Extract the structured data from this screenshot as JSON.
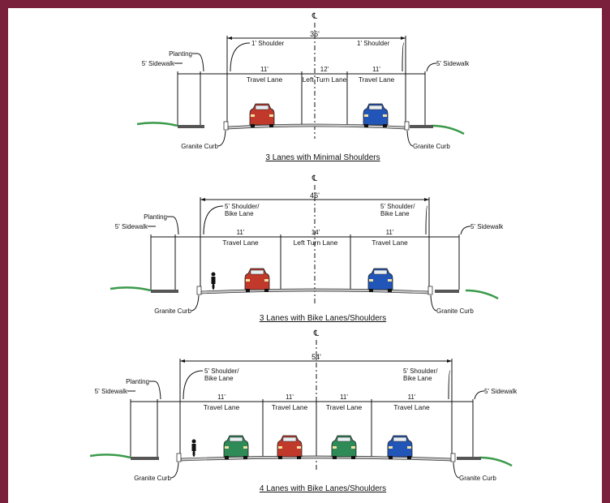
{
  "colors": {
    "border": "#7a1f3c",
    "grass": "#3a9a4a",
    "road": "#c8c8c8",
    "curb": "#555555"
  },
  "sections": [
    {
      "centerline": "℄",
      "total_width": "36'",
      "title": "3 Lanes with Minimal Shoulders",
      "sidewalk_left": "5' Sidewalk",
      "sidewalk_right": "5' Sidewalk",
      "planting": "Planting",
      "shoulder_left": "1' Shoulder",
      "shoulder_right": "1' Shoulder",
      "curb_left": "Granite Curb",
      "curb_right": "Granite Curb",
      "lanes": [
        {
          "width": "11'",
          "label": "Travel Lane"
        },
        {
          "width": "12'",
          "label": "Left Turn Lane"
        },
        {
          "width": "11'",
          "label": "Travel Lane"
        }
      ],
      "cars": [
        {
          "color": "#c0392b",
          "type": "car-red"
        },
        {
          "color": "#2255b8",
          "type": "car-blue"
        }
      ],
      "bike": false
    },
    {
      "centerline": "℄",
      "total_width": "46'",
      "title": "3 Lanes with Bike Lanes/Shoulders",
      "sidewalk_left": "5' Sidewalk",
      "sidewalk_right": "5' Sidewalk",
      "planting": "Planting",
      "shoulder_left": "5' Shoulder/ Bike Lane",
      "shoulder_right": "5' Shoulder/ Bike Lane",
      "curb_left": "Granite Curb",
      "curb_right": "Granite Curb",
      "lanes": [
        {
          "width": "11'",
          "label": "Travel Lane"
        },
        {
          "width": "14'",
          "label": "Left Turn Lane"
        },
        {
          "width": "11'",
          "label": "Travel Lane"
        }
      ],
      "cars": [
        {
          "color": "#c0392b",
          "type": "car-red"
        },
        {
          "color": "#2255b8",
          "type": "car-blue"
        }
      ],
      "bike": true
    },
    {
      "centerline": "℄",
      "total_width": "54'",
      "title": "4 Lanes with Bike Lanes/Shoulders",
      "sidewalk_left": "5' Sidewalk",
      "sidewalk_right": "5' Sidewalk",
      "planting": "Planting",
      "shoulder_left": "5' Shoulder/ Bike Lane",
      "shoulder_right": "5' Shoulder/ Bike Lane",
      "curb_left": "Granite Curb",
      "curb_right": "Granite Curb",
      "lanes": [
        {
          "width": "11'",
          "label": "Travel Lane"
        },
        {
          "width": "11'",
          "label": "Travel Lane"
        },
        {
          "width": "11'",
          "label": "Travel Lane"
        },
        {
          "width": "11'",
          "label": "Travel Lane"
        }
      ],
      "cars": [
        {
          "color": "#2e8b57",
          "type": "car-green"
        },
        {
          "color": "#c0392b",
          "type": "car-red"
        },
        {
          "color": "#2e8b57",
          "type": "car-green"
        },
        {
          "color": "#2255b8",
          "type": "car-blue"
        }
      ],
      "bike": true
    }
  ]
}
